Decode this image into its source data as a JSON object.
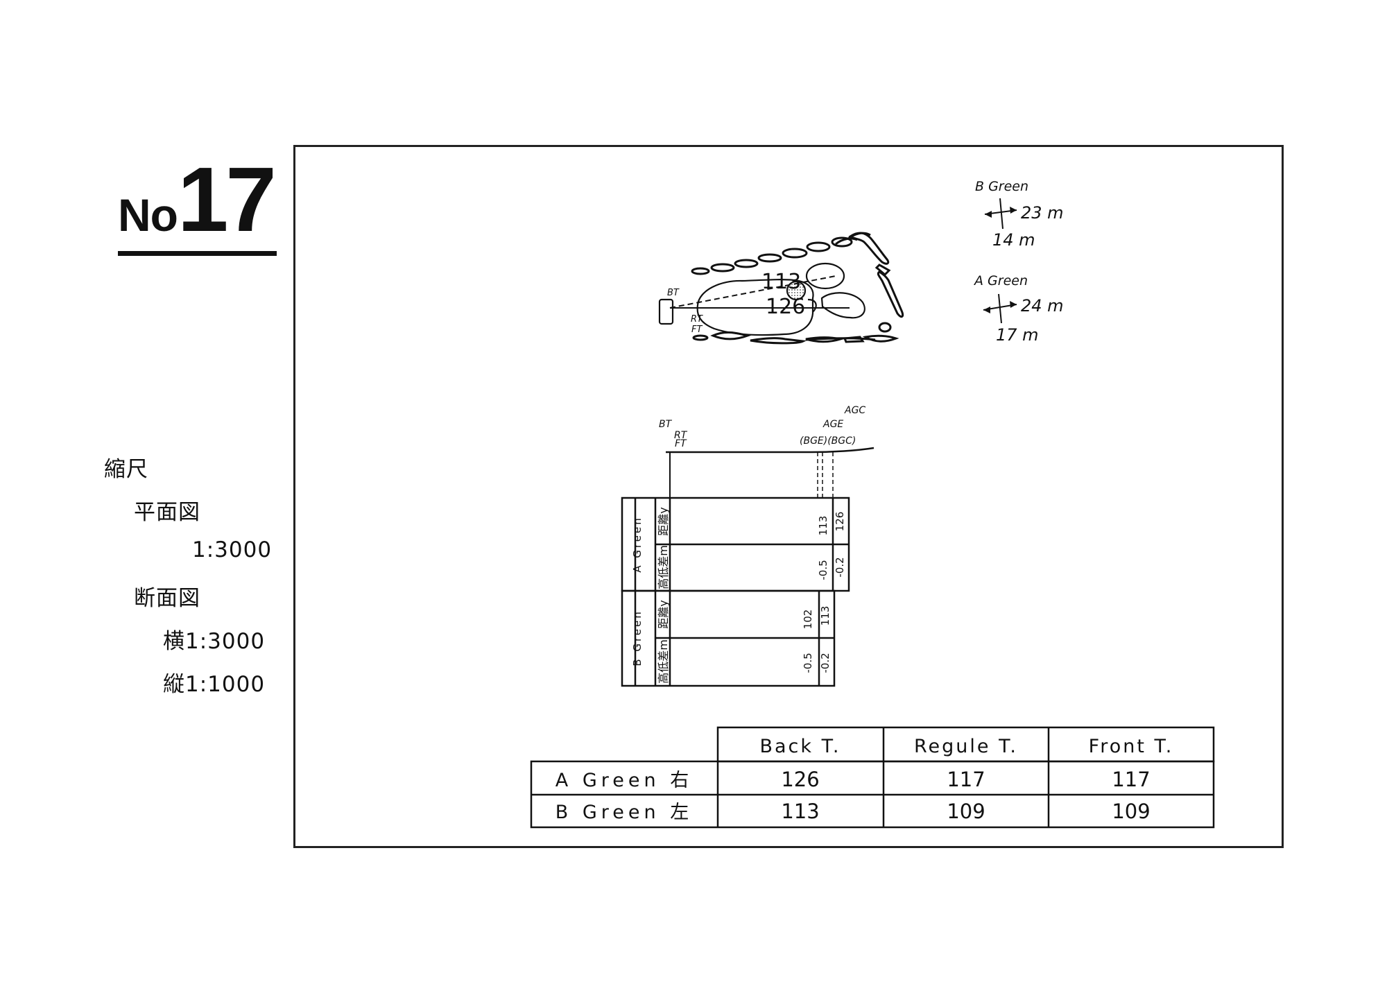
{
  "title": {
    "prefix": "No",
    "number": "17"
  },
  "scale": {
    "heading": "縮尺",
    "plan_label": "平面図",
    "plan_value": "1:3000",
    "section_label": "断面図",
    "section_horizontal": "横1:3000",
    "section_vertical": "縦1:1000"
  },
  "plan_sketch": {
    "distance_b": "113",
    "distance_a": "126",
    "tee_bt": "BT",
    "tee_rt": "RT",
    "tee_ft": "FT"
  },
  "green_dims": {
    "b_green": {
      "label": "B Green",
      "width": "23 m",
      "depth": "14 m"
    },
    "a_green": {
      "label": "A Green",
      "width": "24 m",
      "depth": "17 m"
    }
  },
  "profile": {
    "marker_bt": "BT",
    "marker_rt": "RT",
    "marker_ft": "FT",
    "marker_age": "AGE",
    "marker_agc": "AGC",
    "marker_bge_bgc": "(BGE)(BGC)",
    "a_green_label": "A Green",
    "b_green_label": "B Green",
    "row_distance": "距離y",
    "row_height_diff": "高低差m",
    "a_distance": [
      "113",
      "126"
    ],
    "a_height_diff": [
      "-0.5",
      "-0.2"
    ],
    "b_distance": [
      "102",
      "113"
    ],
    "b_height_diff": [
      "-0.5",
      "-0.2"
    ]
  },
  "summary_table": {
    "columns": [
      "Back T.",
      "Regule T.",
      "Front T."
    ],
    "rows": [
      {
        "label": "A Green 右",
        "values": [
          "126",
          "117",
          "117"
        ]
      },
      {
        "label": "B Green 左",
        "values": [
          "113",
          "109",
          "109"
        ]
      }
    ]
  }
}
